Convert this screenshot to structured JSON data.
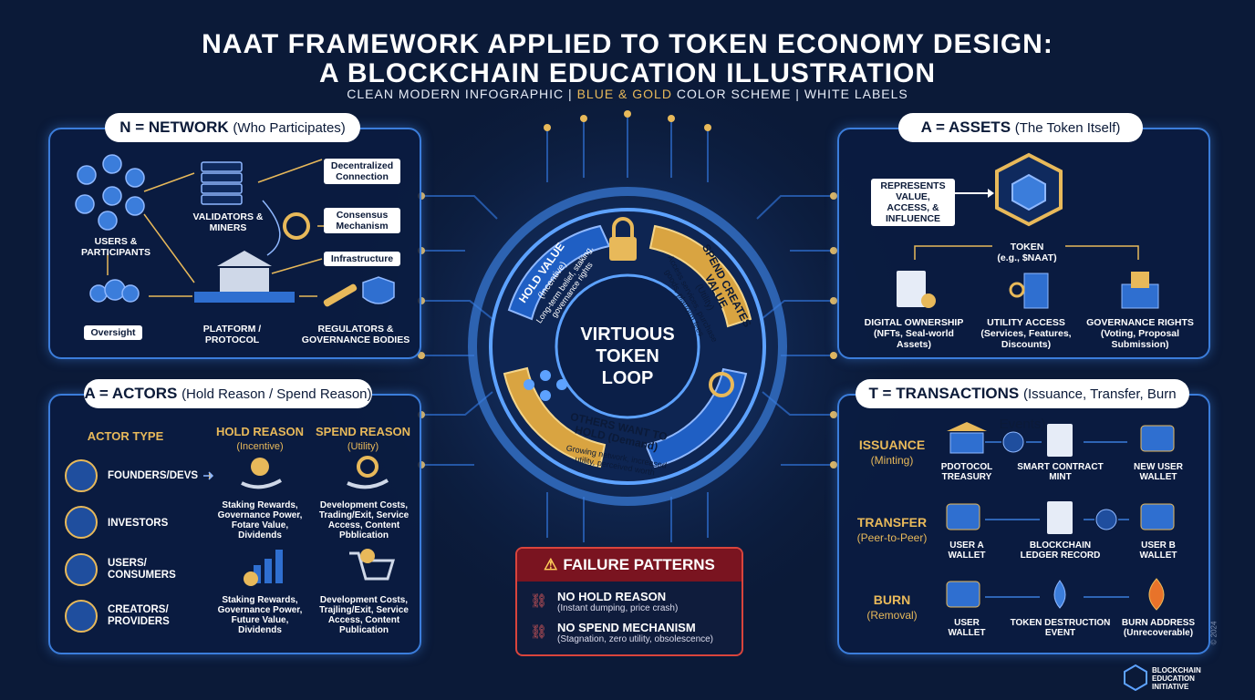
{
  "title_line1": "NAAT FRAMEWORK APPLIED TO TOKEN ECONOMY DESIGN:",
  "title_line2": "A BLOCKCHAIN EDUCATION ILLUSTRATION",
  "subtitle_a": "CLEAN MODERN INFOGRAPHIC |",
  "subtitle_b": "BLUE & GOLD",
  "subtitle_c": "COLOR SCHEME | WHITE LABELS",
  "colors": {
    "background": "#0b1a38",
    "accent_blue": "#3b7ddb",
    "gold": "#e8b95a",
    "alert_red": "#d9443c"
  },
  "network": {
    "title": "N = NETWORK",
    "title_sub": "(Who Participates)",
    "users": "USERS & PARTICIPANTS",
    "validators": "VALIDATORS & MINERS",
    "decentralized": "Decentralized Connection",
    "consensus": "Consensus Mechanism",
    "infrastructure": "Infrastructure",
    "oversight": "Oversight",
    "platform": "PLATFORM / PROTOCOL",
    "regulators": "REGULATORS & GOVERNANCE BODIES"
  },
  "assets": {
    "title": "A = ASSETS",
    "title_sub": "(The Token Itself)",
    "represents": "REPRESENTS VALUE, ACCESS, & INFLUENCE",
    "token": "TOKEN",
    "token_sub": "(e.g., $NAAT)",
    "items": [
      {
        "name": "DIGITAL OWNERSHIP",
        "desc": "(NFTs, Seal-world Assets)"
      },
      {
        "name": "UTILITY ACCESS",
        "desc": "(Services, Features, Discounts)"
      },
      {
        "name": "GOVERNANCE RIGHTS",
        "desc": "(Voting, Proposal Submission)"
      }
    ]
  },
  "actors": {
    "title": "A = ACTORS",
    "title_sub": "(Hold Reason / Spend Reason)",
    "col_actor": "ACTOR TYPE",
    "col_hold": "HOLD REASON",
    "col_hold_sub": "(Incentive)",
    "col_spend": "SPEND REASON",
    "col_spend_sub": "(Utility)",
    "rows": [
      {
        "name": "FOUNDERS/DEVS"
      },
      {
        "name": "INVESTORS"
      },
      {
        "name": "USERS/ CONSUMERS"
      },
      {
        "name": "CREATORS/ PROVIDERS"
      }
    ],
    "hold_block_1": "Staking Rewards, Governance Power, Fotare Value, Dividends",
    "spend_block_1": "Development Costs, Trading/Exit, Service Access, Content Pbblication",
    "hold_block_2": "Staking Rewards, Governance Power, Future Value, Dividends",
    "spend_block_2": "Development Costs, Trajling/Exit, Service Access, Content Publication"
  },
  "transactions": {
    "title": "T = TRANSACTIONS",
    "title_sub": "(Issuance, Transfer, Burn Events)",
    "rows": [
      {
        "name": "ISSUANCE",
        "sub": "(Minting)",
        "steps": [
          "PDOTOCOL TREASURY",
          "SMART CONTRACT MINT",
          "NEW USER WALLET"
        ]
      },
      {
        "name": "TRANSFER",
        "sub": "(Peer-to-Peer)",
        "steps": [
          "USER A WALLET",
          "BLOCKCHAIN LEDGER RECORD",
          "USER B WALLET"
        ]
      },
      {
        "name": "BURN",
        "sub": "(Removal)",
        "steps": [
          "USER WALLET",
          "TOKEN DESTRUCTION EVENT",
          "BURN ADDRESS (Unrecoverable)"
        ]
      }
    ]
  },
  "loop": {
    "center_1": "VIRTUOUS",
    "center_2": "TOKEN",
    "center_3": "LOOP",
    "hold_title": "HOLD VALUE",
    "hold_sub": "(Incentive)",
    "hold_desc": "Long-term belief, staking, governance rights",
    "spend_title": "SPEND CREATES VALUE",
    "spend_sub": "(Utility)",
    "spend_desc": "Access services, purchase goods, platform fees",
    "others_title": "OTHERS WANT TO HOLD (Demand)",
    "others_desc": "Growing network, increased utility, perceived worth"
  },
  "failure": {
    "title": "FAILURE PATTERNS",
    "items": [
      {
        "name": "NO HOLD REASON",
        "desc": "(Instant dumping, price crash)"
      },
      {
        "name": "NO SPEND MECHANISM",
        "desc": "(Stagnation, zero utility, obsolescence)"
      }
    ]
  },
  "footer": {
    "brand": "BLOCKCHAIN EDUCATION INITIATIVE",
    "year": "© 2024"
  }
}
